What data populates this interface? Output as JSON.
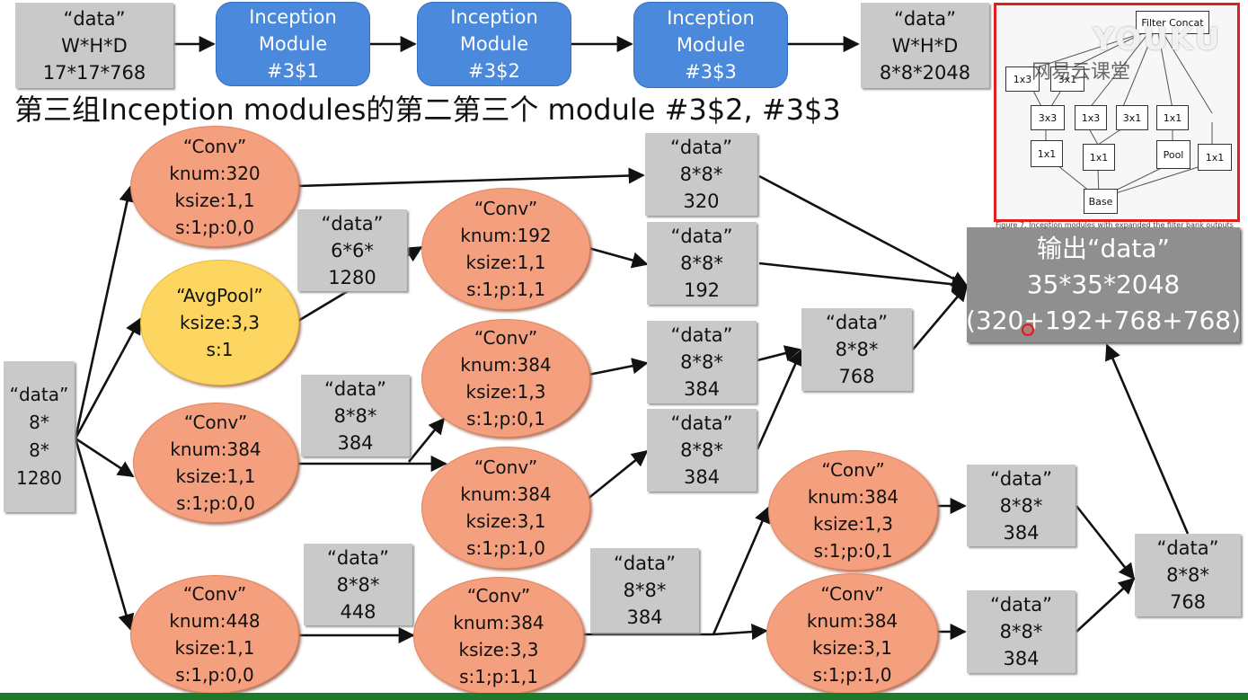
{
  "title": "第三组Inception modules的第二第三个 module #3$2, #3$3",
  "top_row": {
    "input": [
      "“data”",
      "W*H*D",
      "17*17*768"
    ],
    "modules": [
      [
        "Inception",
        "Module",
        "#3$1"
      ],
      [
        "Inception",
        "Module",
        "#3$2"
      ],
      [
        "Inception",
        "Module",
        "#3$3"
      ]
    ],
    "output": [
      "“data”",
      "W*H*D",
      "8*8*2048"
    ]
  },
  "nodes": {
    "input": [
      "“data”",
      "8*",
      "8*",
      "1280"
    ],
    "conv_a": [
      "“Conv”",
      "knum:320",
      "ksize:1,1",
      "s:1;p:0,0"
    ],
    "avgpool": [
      "“AvgPool”",
      "ksize:3,3",
      "s:1"
    ],
    "conv_b": [
      "“Conv”",
      "knum:384",
      "ksize:1,1",
      "s:1;p:0,0"
    ],
    "conv_c": [
      "“Conv”",
      "knum:448",
      "ksize:1,1",
      "s:1,p:0,0"
    ],
    "data_pool": [
      "“data”",
      "6*6*",
      "1280"
    ],
    "data_b": [
      "“data”",
      "8*8*",
      "384"
    ],
    "data_c": [
      "“data”",
      "8*8*",
      "448"
    ],
    "conv_d": [
      "“Conv”",
      "knum:192",
      "ksize:1,1",
      "s:1;p:1,1"
    ],
    "conv_e": [
      "“Conv”",
      "knum:384",
      "ksize:1,3",
      "s:1;p:0,1"
    ],
    "conv_f": [
      "“Conv”",
      "knum:384",
      "ksize:3,1",
      "s:1;p:1,0"
    ],
    "conv_g": [
      "“Conv”",
      "knum:384",
      "ksize:3,3",
      "s:1;p:1,1"
    ],
    "out_320": [
      "“data”",
      "8*8*",
      "320"
    ],
    "out_192": [
      "“data”",
      "8*8*",
      "192"
    ],
    "data_e": [
      "“data”",
      "8*8*",
      "384"
    ],
    "data_f": [
      "“data”",
      "8*8*",
      "384"
    ],
    "data_g": [
      "“data”",
      "8*8*",
      "384"
    ],
    "concat_ef": [
      "“data”",
      "8*8*",
      "768"
    ],
    "conv_h": [
      "“Conv”",
      "knum:384",
      "ksize:1,3",
      "s:1;p:0,1"
    ],
    "conv_i": [
      "“Conv”",
      "knum:384",
      "ksize:3,1",
      "s:1;p:1,0"
    ],
    "data_h": [
      "“data”",
      "8*8*",
      "384"
    ],
    "data_i": [
      "“data”",
      "8*8*",
      "384"
    ],
    "concat_hi": [
      "“data”",
      "8*8*",
      "768"
    ],
    "output": [
      "输出“data”",
      "35*35*2048",
      "(320+192+768+768)"
    ]
  },
  "thumbnail": {
    "nodes": [
      "Filter Concat",
      "1x3",
      "3x1",
      "3x3",
      "1x3",
      "3x1",
      "1x1",
      "1x1",
      "1x1",
      "Pool",
      "1x1",
      "Base"
    ],
    "caption": "Figure 7. Inception modules with expanded the filter bank outputs"
  },
  "watermark": {
    "logo": "YOUKU",
    "brand": "网易云课堂"
  },
  "colors": {
    "conv": "#f4a07e",
    "pool": "#fcd660",
    "module": "#4a89dc",
    "data": "#c9c9c9",
    "output": "#8f8f8f",
    "highlight_border": "#e0201c"
  }
}
